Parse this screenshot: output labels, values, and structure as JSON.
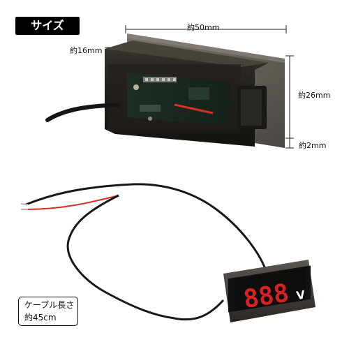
{
  "badge": {
    "label": "サイズ"
  },
  "dimensions": {
    "width": "約50mm",
    "depth": "約16mm",
    "height": "約26mm",
    "thickness": "約2mm"
  },
  "display": {
    "digits": "888",
    "unit": "V"
  },
  "cable": {
    "line1": "ケーブル長さ",
    "line2": "約45cm"
  },
  "colors": {
    "badge_background": "#000000",
    "led": "#d82222",
    "wire_red": "#d93025",
    "housing": "#1c1b18"
  }
}
